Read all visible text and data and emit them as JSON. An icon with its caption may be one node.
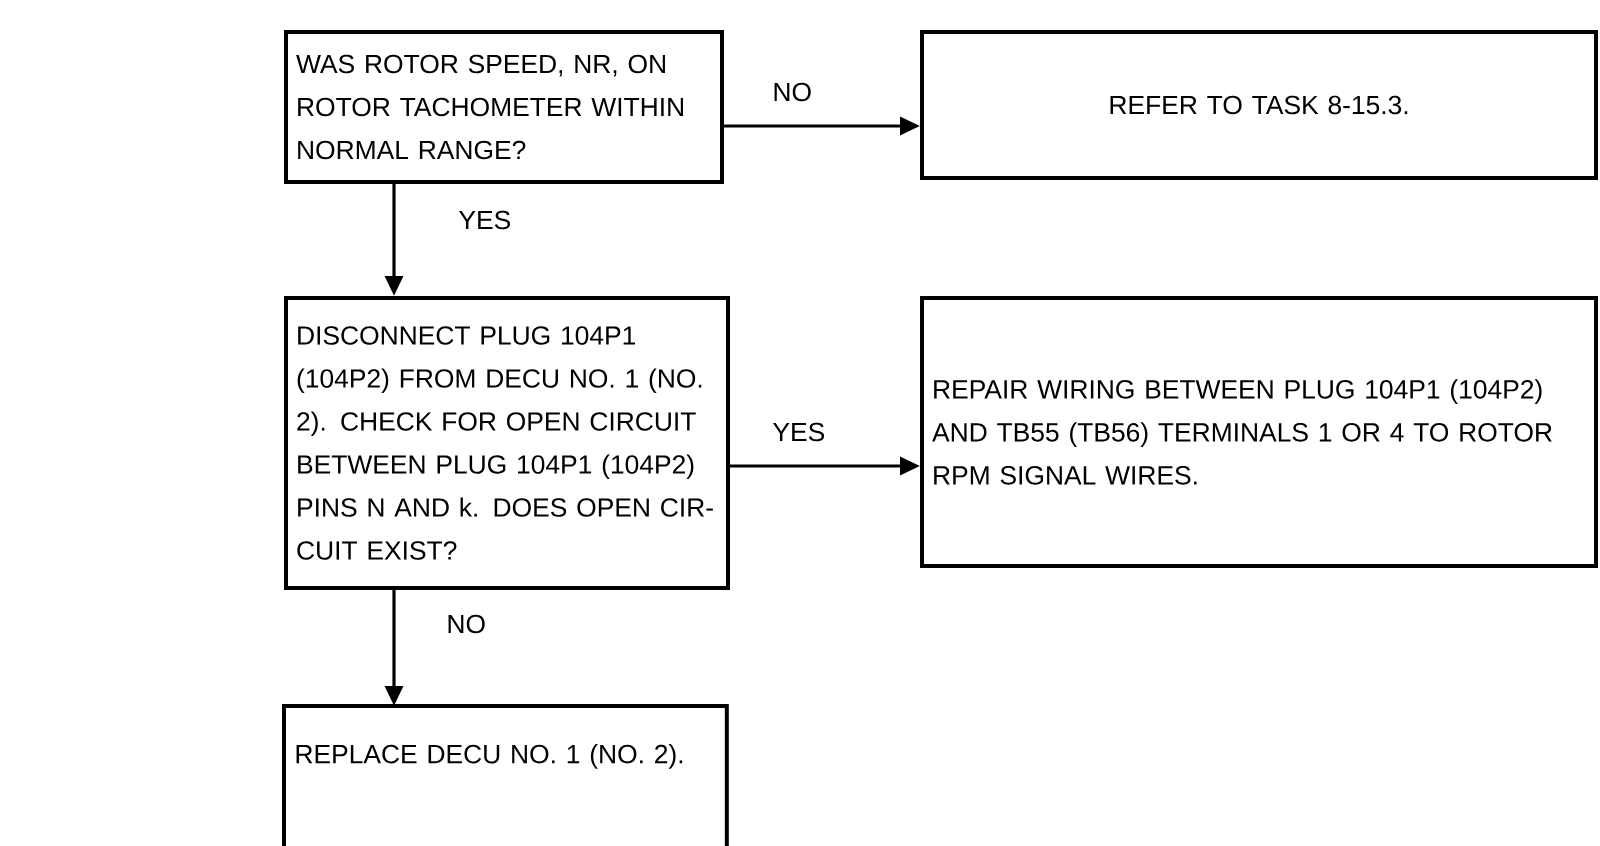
{
  "diagram": {
    "nodes": [
      {
        "text": [
          "WAS ROTOR SPEED, NR, ON ROTOR TACHOMETER WITHIN NORMAL RANGE?"
        ]
      },
      {
        "text": [
          "REFER TO TASK 8-15.3."
        ]
      },
      {
        "text": [
          "DISCONNECT PLUG 104P1 (104P2) FROM DECU NO. 1 (NO. 2). CHECK FOR OPEN CIRCUIT BETWEEN PLUG 104P1 (104P2) PINS N AND k. DOES OPEN CIR- CUIT EXIST?"
        ]
      },
      {
        "text": [
          "REPAIR WIRING BETWEEN PLUG 104P1 (104P2) AND TB55 (TB56) TERMINALS 1 OR 4 TO ROTOR RPM SIGNAL WIRES."
        ]
      },
      {
        "text": [
          "REPLACE DECU NO. 1 (NO. 2)."
        ]
      }
    ],
    "edges": [
      {
        "from": 0,
        "to": 1,
        "arrow": "to",
        "label": "NO"
      },
      {
        "from": 0,
        "to": 2,
        "arrow": "to",
        "label": "YES"
      },
      {
        "from": 2,
        "to": 3,
        "arrow": "to",
        "label": "YES"
      },
      {
        "from": 2,
        "to": 4,
        "arrow": "to",
        "label": "NO"
      }
    ]
  }
}
